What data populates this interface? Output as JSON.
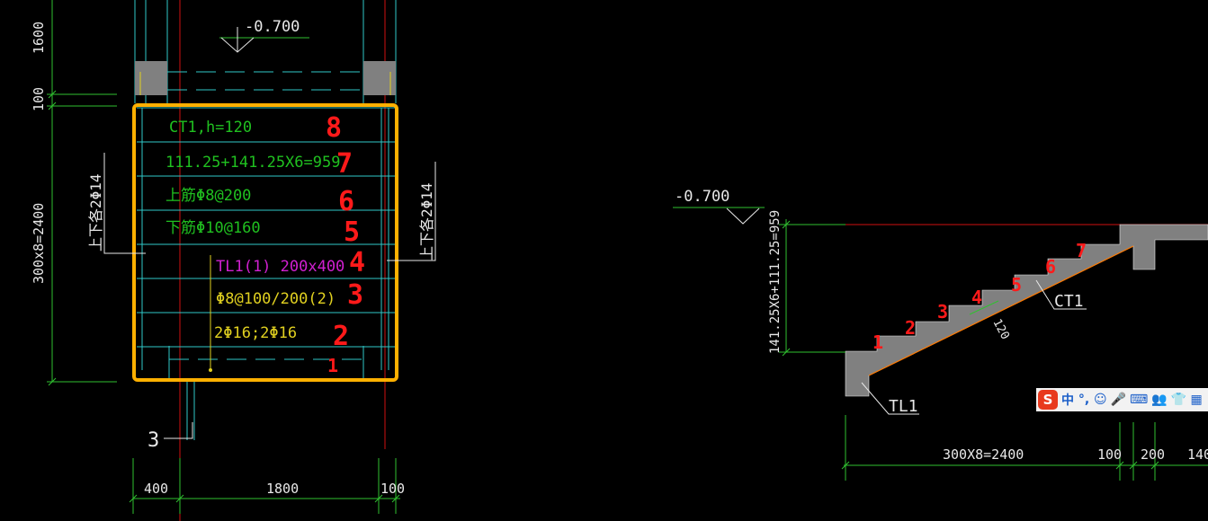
{
  "left_plan": {
    "elevation_label": "-0.700",
    "dim_left_top": "1600",
    "dim_left_mid": "100",
    "dim_left_main": "300x8=2400",
    "rebar_left": "上下各2Φ14",
    "rebar_right": "上下各2Φ14",
    "callouts": [
      {
        "text": "CT1,h=120",
        "color": "#20c020"
      },
      {
        "text": "111.25+141.25X6=959",
        "color": "#20c020"
      },
      {
        "text": "上筋Φ8@200",
        "color": "#20c020"
      },
      {
        "text": "下筋Φ10@160",
        "color": "#20c020"
      },
      {
        "text": "TL1(1) 200x400",
        "color": "#d020d0"
      },
      {
        "text": "Φ8@100/200(2)",
        "color": "#e0d020"
      },
      {
        "text": "2Φ16;2Φ16",
        "color": "#e0d020"
      }
    ],
    "annotation_numbers": [
      "8",
      "7",
      "6",
      "5",
      "4",
      "3",
      "2",
      "1"
    ],
    "section_marker": "3",
    "dim_bottom": [
      "400",
      "1800",
      "100"
    ]
  },
  "right_section": {
    "elevation_label": "-0.700",
    "dim_vertical": "141.25X6+111.25=959",
    "slab_label": "CT1",
    "thickness_label": "120",
    "beam_label": "TL1",
    "annotation_numbers": [
      "1",
      "2",
      "3",
      "4",
      "5",
      "6",
      "7"
    ],
    "dim_bottom": [
      "300X8=2400",
      "100",
      "200",
      "140"
    ]
  },
  "ime_toolbar": {
    "logo": "S",
    "items": [
      "中",
      "°,",
      "☺",
      "🎤",
      "⌨",
      "👥",
      "👕",
      "▦"
    ]
  },
  "colors": {
    "background": "#000000",
    "highlight_box": "#ffb000",
    "annotation_red": "#ff1a1a",
    "dimension_green": "#30c030",
    "cyan_lines": "#30c8c8",
    "axis_red": "#d01010",
    "fill_grey": "#808080"
  }
}
